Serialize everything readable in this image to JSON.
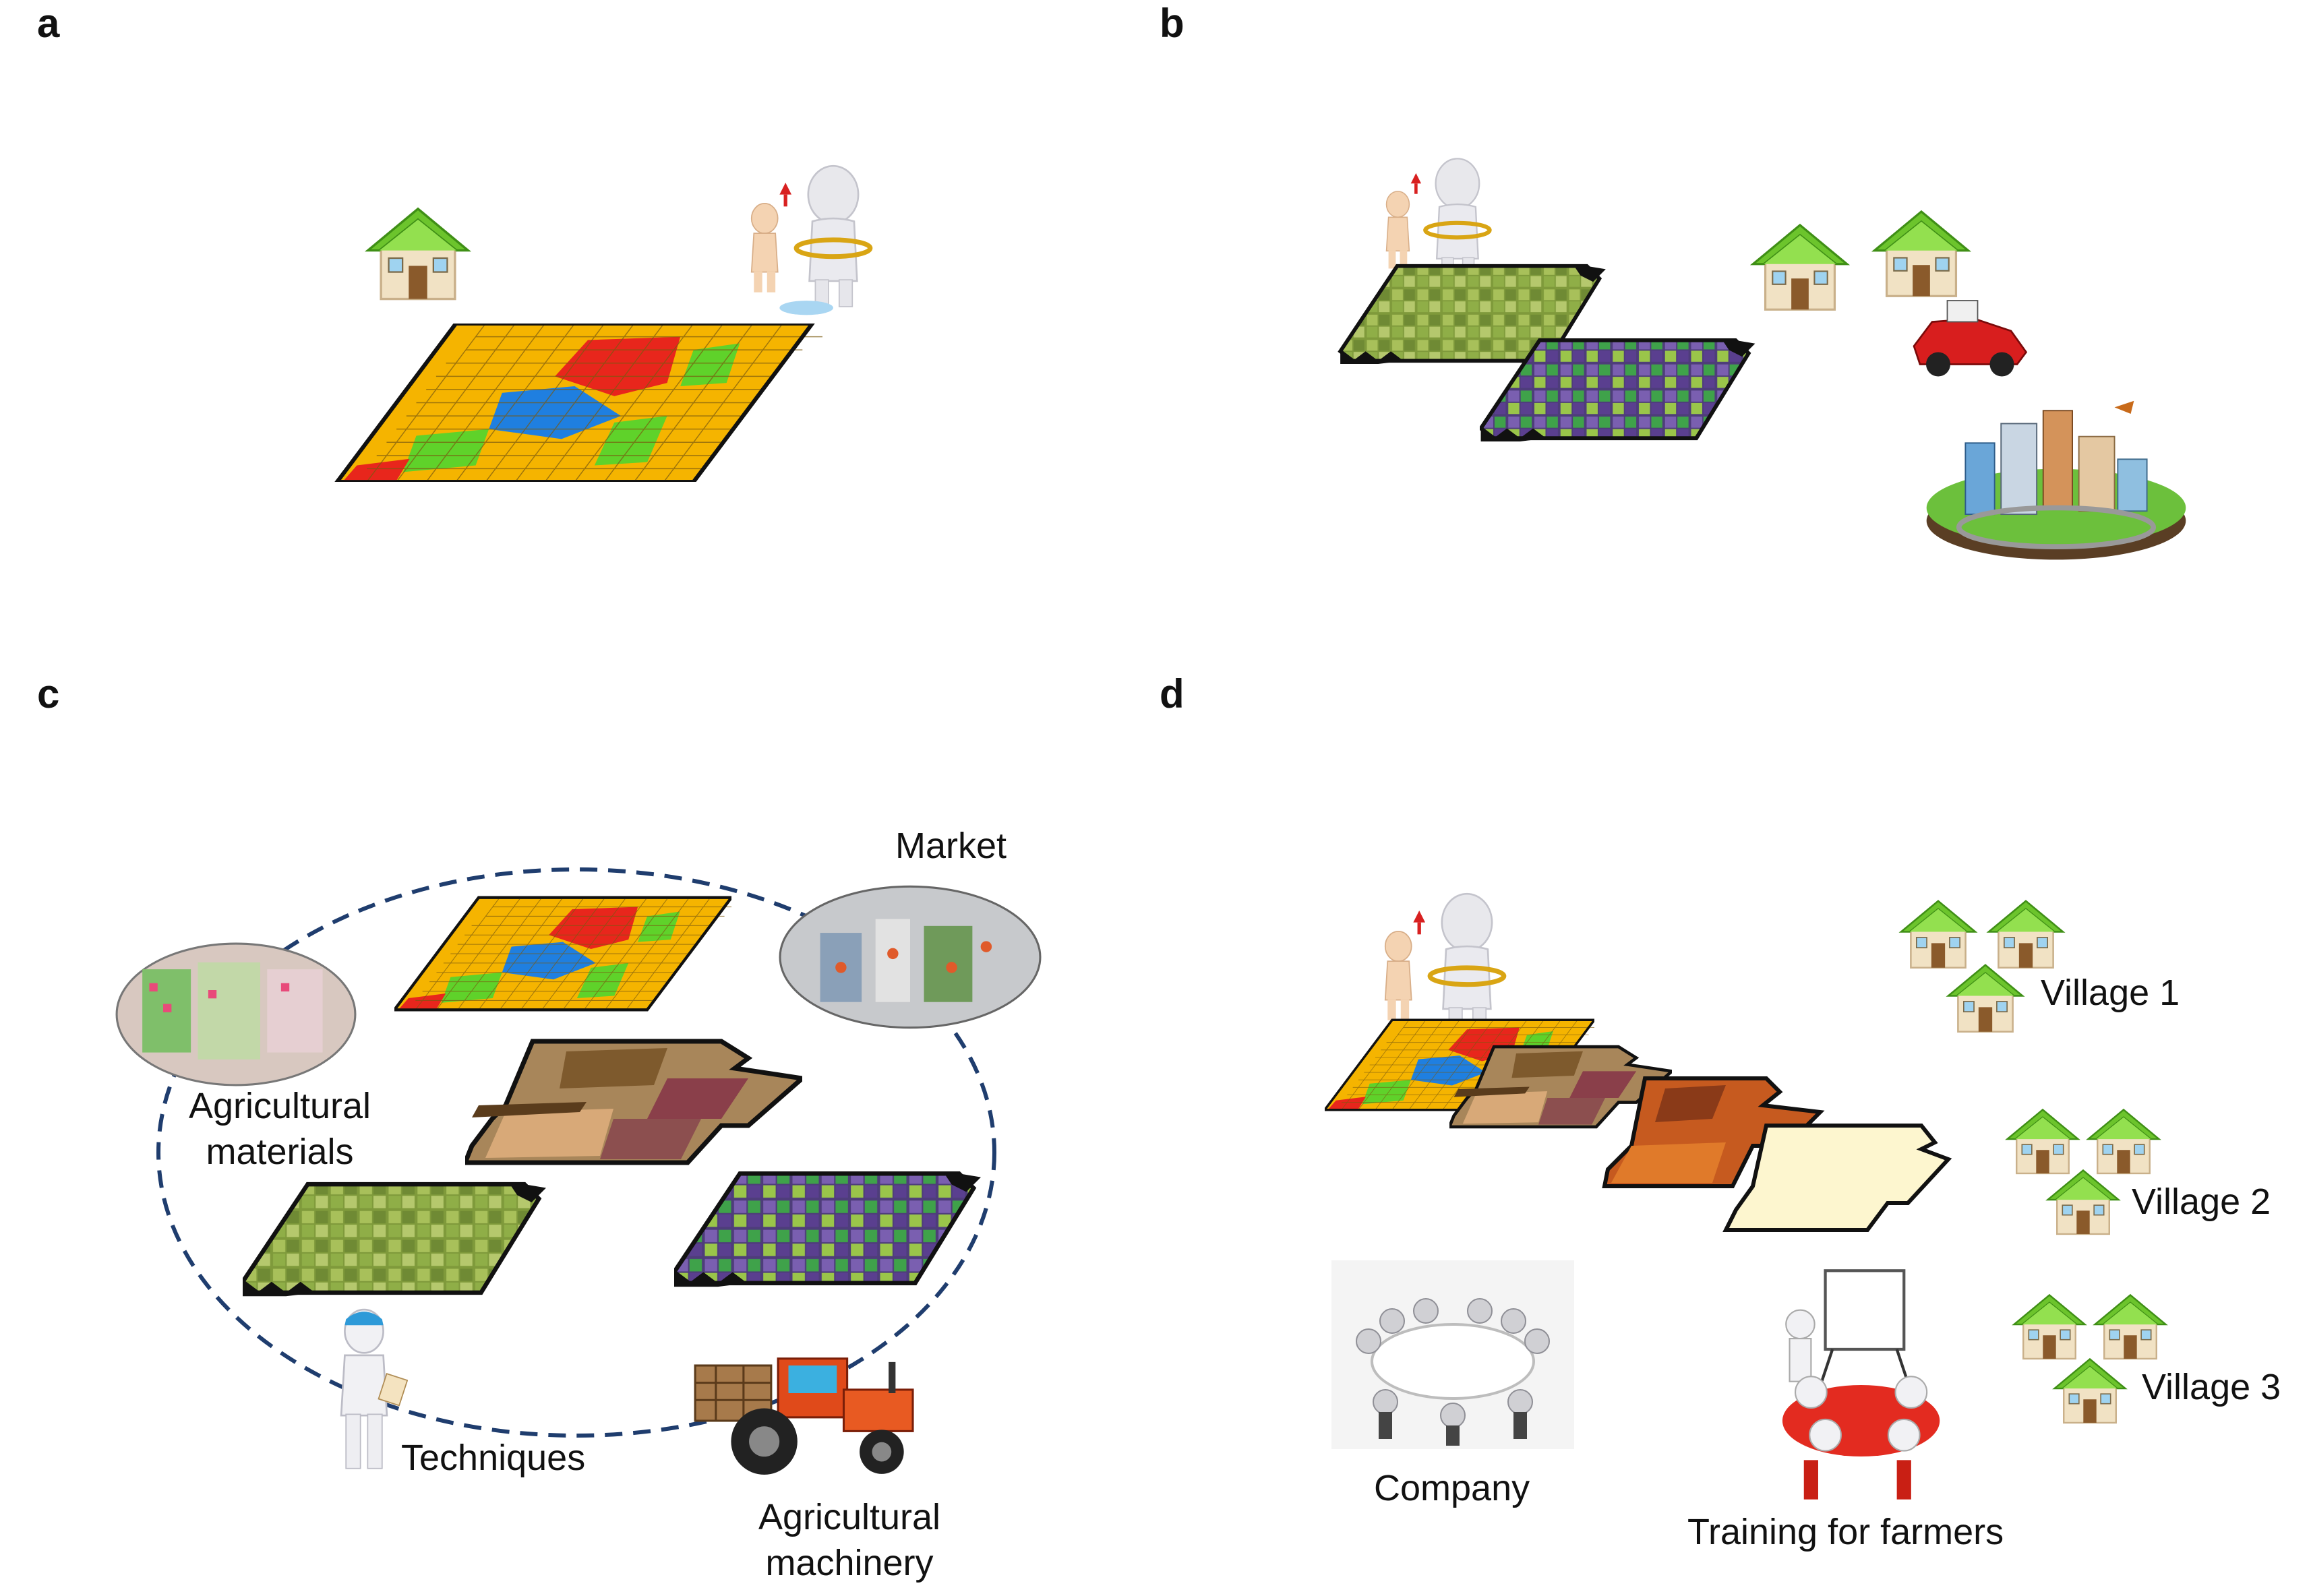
{
  "panels": [
    {
      "letter": "a"
    },
    {
      "letter": "b"
    },
    {
      "letter": "c"
    },
    {
      "letter": "d"
    }
  ],
  "panel_c": {
    "market_label": "Market",
    "materials_label_line1": "Agricultural",
    "materials_label_line2": "materials",
    "techniques_label": "Techniques",
    "machinery_label_line1": "Agricultural",
    "machinery_label_line2": "machinery"
  },
  "panel_d": {
    "village_labels": [
      "Village 1",
      "Village 2",
      "Village 3"
    ],
    "company_label": "Company",
    "training_label": "Training for farmers"
  },
  "colors": {
    "field_orange": "#f5b400",
    "field_red": "#e8261c",
    "field_green": "#5fd22a",
    "field_blue": "#1f7fe0",
    "house_roof": "#7ed43a",
    "house_wall": "#f1e2c4",
    "dashed_circle": "#1f3d6e",
    "tractor_red": "#e04a1a",
    "car_red": "#d81e1e"
  }
}
